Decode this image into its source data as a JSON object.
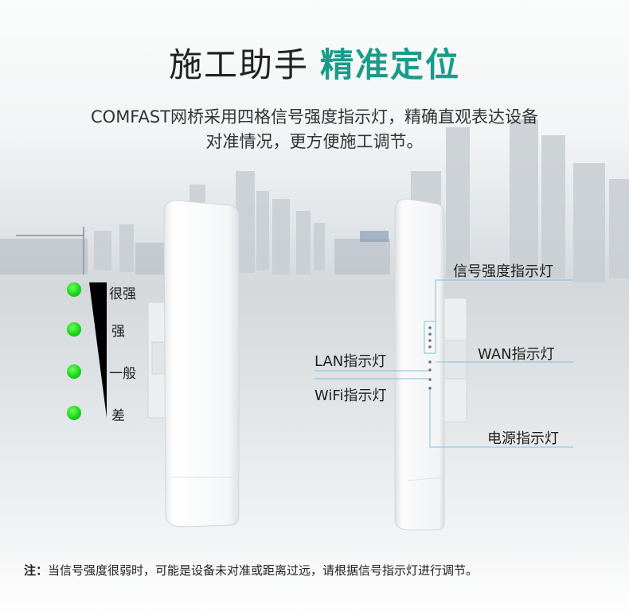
{
  "header": {
    "title_part1": "施工助手",
    "title_part2": "精准定位",
    "subtitle_line1": "COMFAST网桥采用四格信号强度指示灯，精确直观表达设备",
    "subtitle_line2": "对准情况，更方便施工调节。"
  },
  "signal_levels": [
    {
      "label": "很强"
    },
    {
      "label": "强"
    },
    {
      "label": "一般"
    },
    {
      "label": "差"
    }
  ],
  "indicators": {
    "signal": "信号强度指示灯",
    "wan": "WAN指示灯",
    "lan": "LAN指示灯",
    "wifi": "WiFi指示灯",
    "power": "电源指示灯"
  },
  "footer": {
    "note_prefix": "注：",
    "note_text": "当信号强度很弱时，可能是设备未对准或距离过远，请根据信号指示灯进行调节。"
  },
  "colors": {
    "accent": "#1a9c8a",
    "indicator_line": "#7fc1e3",
    "led_green": "#13d316"
  }
}
